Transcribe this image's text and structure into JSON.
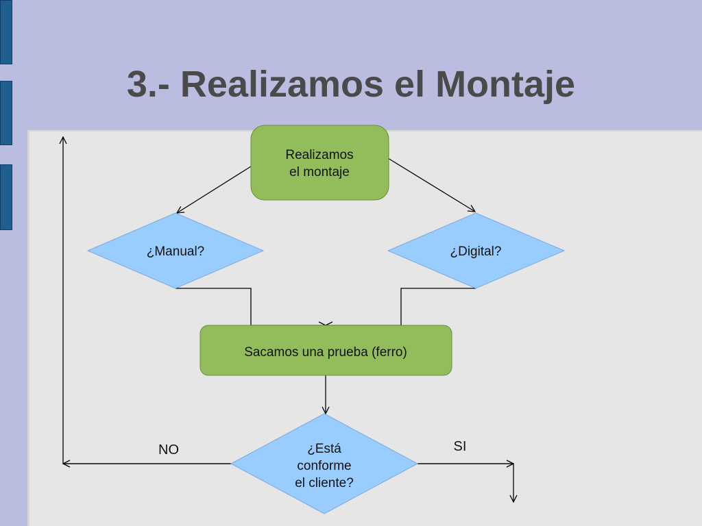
{
  "slide": {
    "title": "3.- Realizamos el Montaje"
  },
  "diagram": {
    "nodes": {
      "start": [
        "Realizamos",
        "el montaje"
      ],
      "manual": "¿Manual?",
      "digital": "¿Digital?",
      "proof": "Sacamos una prueba (ferro)",
      "decision": [
        "¿Está",
        "conforme",
        "el cliente?"
      ]
    },
    "edge_labels": {
      "no": "NO",
      "yes": "SI"
    }
  },
  "colors": {
    "process_fill": "#92bd5a",
    "process_stroke": "#6b8e3c",
    "decision_fill": "#99ccff",
    "decision_stroke": "#7aaad8",
    "background": "#babde0",
    "content_bg": "#e6e6e6",
    "accent_bar": "#1f5f8f"
  }
}
